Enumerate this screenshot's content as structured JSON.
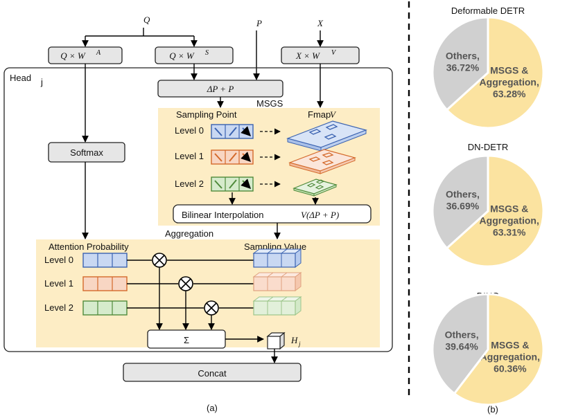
{
  "panel_a": {
    "caption": "(a)",
    "inputs": {
      "q": "Q",
      "p": "P",
      "x": "X"
    },
    "proj_a": {
      "left": "Q × W",
      "sup": "A"
    },
    "proj_s": {
      "left": "Q × W",
      "sup": "S"
    },
    "proj_v": {
      "left": "X × W",
      "sup": "V"
    },
    "head_label": "Head",
    "head_sub": "j",
    "offset_box": "ΔP + P",
    "msgs_label": "MSGS",
    "sampling_point_label": "Sampling Point",
    "fmap_label": "Fmap",
    "fmap_var": "V",
    "levels": [
      "Level 0",
      "Level 1",
      "Level 2"
    ],
    "softmax": "Softmax",
    "bilinear_label": "Bilinear Interpolation",
    "bilinear_formula": "V(ΔP + P)",
    "aggregation_label": "Aggregation",
    "attention_prob_label": "Attention Probability",
    "sampling_value_label": "Sampling Value",
    "sum_symbol": "Σ",
    "h_label": "H",
    "h_sub": "j",
    "concat": "Concat",
    "level_colors": [
      "#3a62b0",
      "#d4692a",
      "#4f8a3a"
    ],
    "level_fills": [
      "#c9d8f2",
      "#f8d6c3",
      "#d6ebcc"
    ]
  },
  "panel_b": {
    "caption": "(b)",
    "colors": {
      "msgs": "#fbe3a0",
      "others": "#d0d0d0"
    }
  },
  "chart_data": [
    {
      "type": "pie",
      "title": "Deformable DETR",
      "slices": [
        {
          "label": "MSGS & Aggregation,",
          "value": 63.28,
          "display": "63.28%"
        },
        {
          "label": "Others,",
          "value": 36.72,
          "display": "36.72%"
        }
      ]
    },
    {
      "type": "pie",
      "title": "DN-DETR",
      "slices": [
        {
          "label": "MSGS & Aggregation,",
          "value": 63.31,
          "display": "63.31%"
        },
        {
          "label": "Others,",
          "value": 36.69,
          "display": "36.69%"
        }
      ]
    },
    {
      "type": "pie",
      "title": "DINO",
      "slices": [
        {
          "label": "MSGS & Aggregation,",
          "value": 60.36,
          "display": "60.36%"
        },
        {
          "label": "Others,",
          "value": 39.64,
          "display": "39.64%"
        }
      ]
    }
  ]
}
